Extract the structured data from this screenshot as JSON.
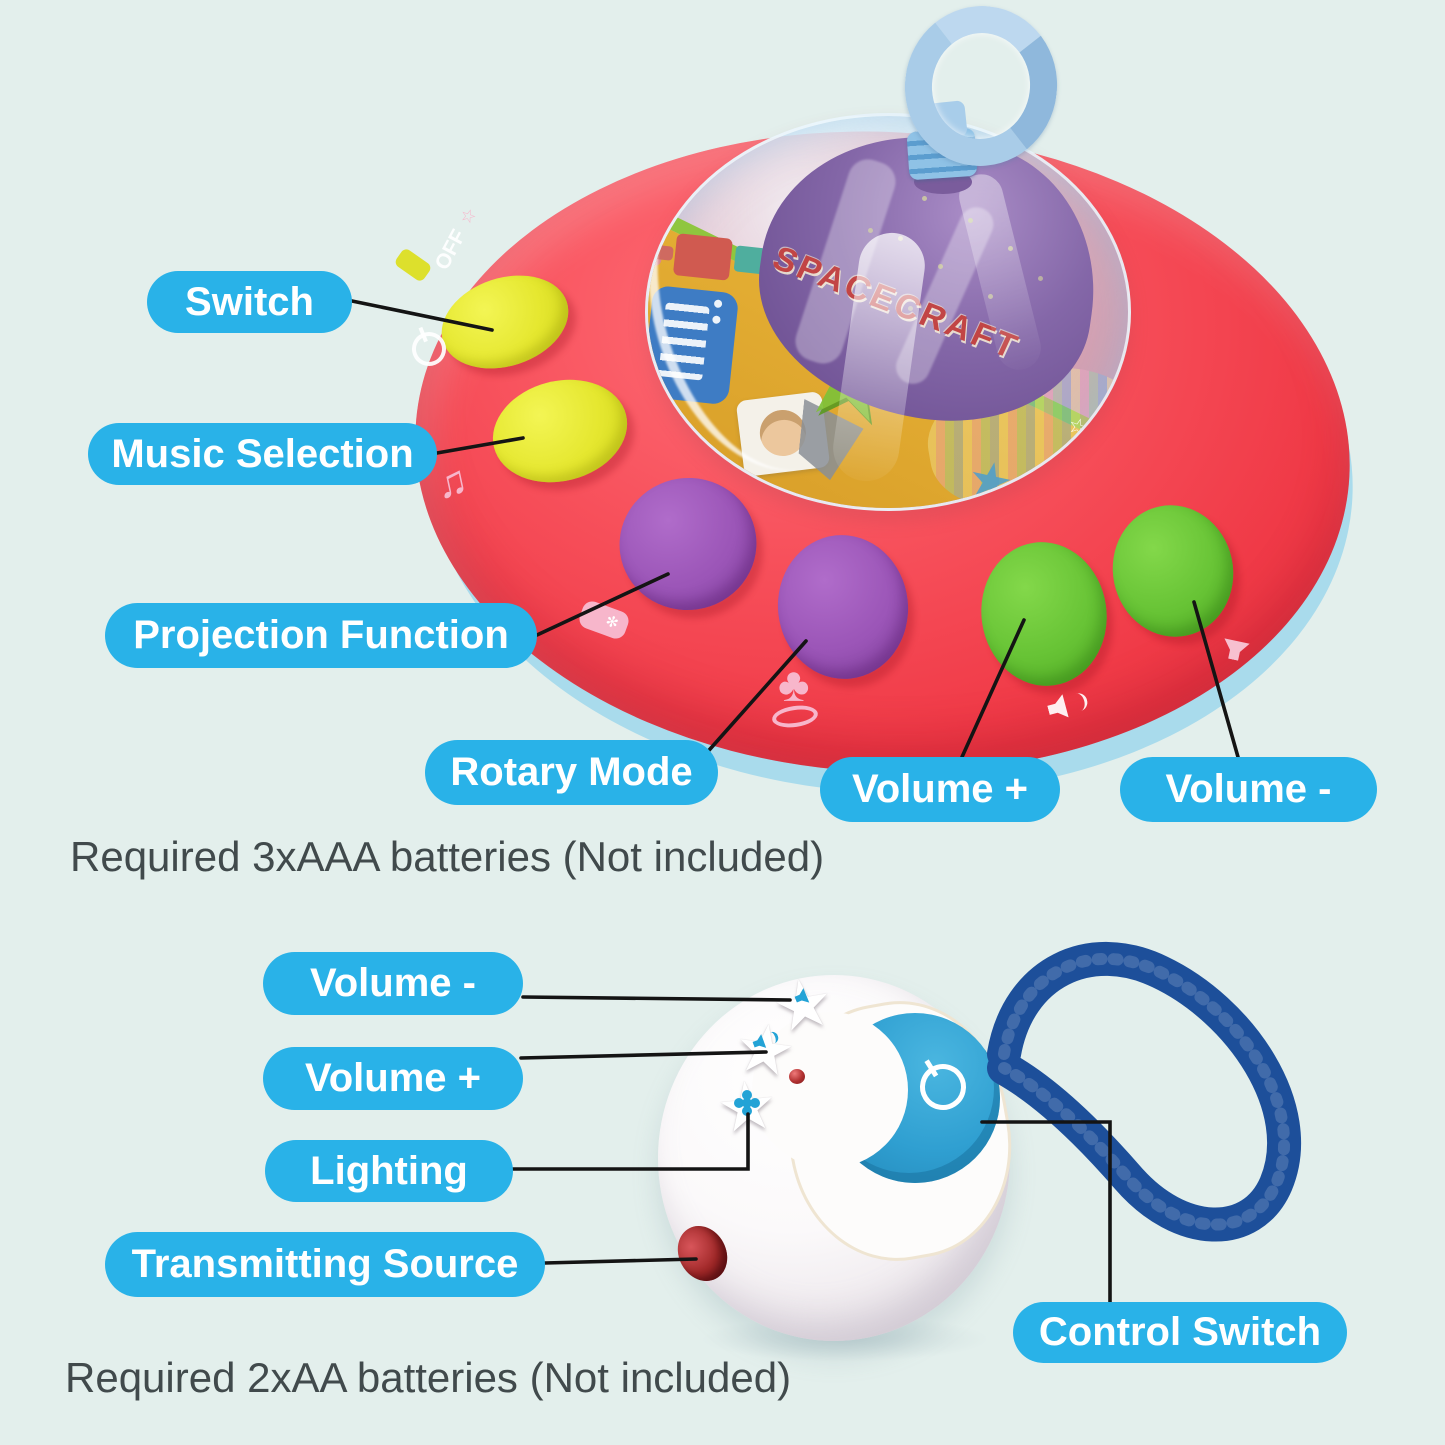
{
  "annotations": {
    "switch": "Switch",
    "music_selection": "Music Selection",
    "projection_function": "Projection Function",
    "rotary_mode": "Rotary Mode",
    "volume_plus_top": "Volume +",
    "volume_minus_top": "Volume -",
    "volume_minus_remote": "Volume -",
    "volume_plus_remote": "Volume +",
    "lighting": "Lighting",
    "transmitting_source": "Transmitting Source",
    "control_switch": "Control Switch"
  },
  "notes": {
    "top": "Required 3xAAA batteries (Not included)",
    "bottom": "Required 2xAA batteries (Not included)"
  },
  "toy": {
    "dome_text": "SPACECRAFT",
    "rim_label": "OFF"
  },
  "icons": [
    "power-icon",
    "music-note-icon",
    "projector-icon",
    "tree-icon",
    "speaker-icon",
    "horn-icon",
    "star-button-volume-minus",
    "star-button-volume-plus",
    "star-button-lighting",
    "moon-power-icon",
    "led-indicator",
    "hanging-ring"
  ],
  "colors": {
    "background": "#e3efec",
    "label_bg": "#29b2e8",
    "label_text": "#ffffff",
    "saucer_red": "#f03a47",
    "under_rim_blue": "#a9dbec",
    "button_yellow": "#e5e72f",
    "button_purple": "#9b55b7",
    "button_green": "#67c335",
    "dome_purple": "#8467a8",
    "band_yellow": "#d89e28",
    "moon_blue": "#2f9fd1",
    "strap_blue": "#1d4f9a",
    "led_red": "#b03030",
    "leader_line": "#141414",
    "note_text": "#414a4c"
  }
}
